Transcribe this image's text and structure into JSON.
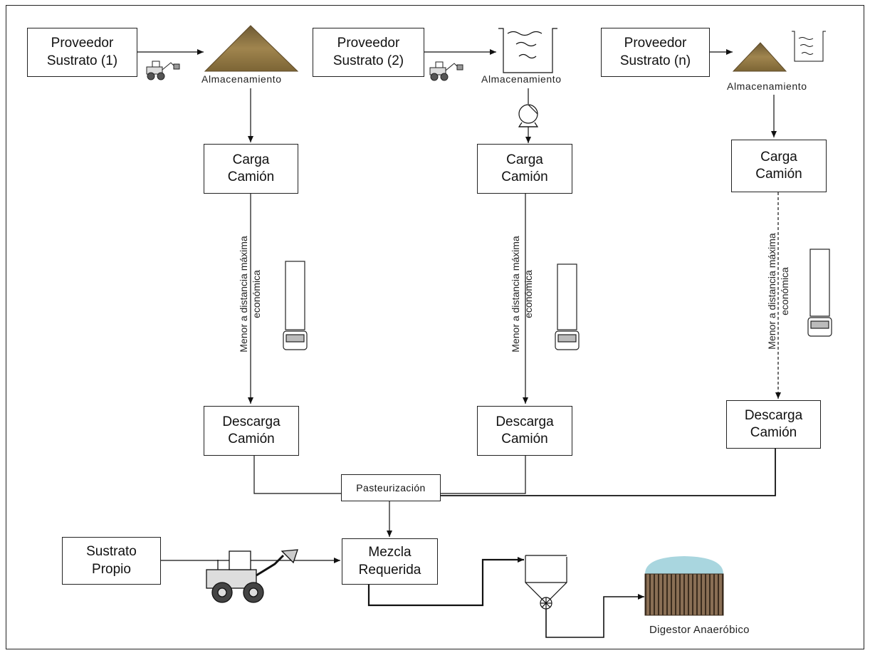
{
  "suppliers": [
    {
      "line1": "Proveedor",
      "line2": "Sustrato (1)"
    },
    {
      "line1": "Proveedor",
      "line2": "Sustrato (2)"
    },
    {
      "line1": "Proveedor",
      "line2": "Sustrato (n)"
    }
  ],
  "storage_label": "Almacenamiento",
  "load": {
    "line1": "Carga",
    "line2": "Camión"
  },
  "unload": {
    "line1": "Descarga",
    "line2": "Camión"
  },
  "transport_label": {
    "line1": "Menor a distancia máxima",
    "line2": "económica"
  },
  "pasteurization": "Pasteurización",
  "own_substrate": {
    "line1": "Sustrato",
    "line2": "Propio"
  },
  "mix": {
    "line1": "Mezcla",
    "line2": "Requerida"
  },
  "digester_label": "Digestor Anaeróbico",
  "colors": {
    "stroke": "#111111",
    "pile": "#8a7040",
    "dome": "#a9d6df",
    "digester": "#7a6048"
  }
}
